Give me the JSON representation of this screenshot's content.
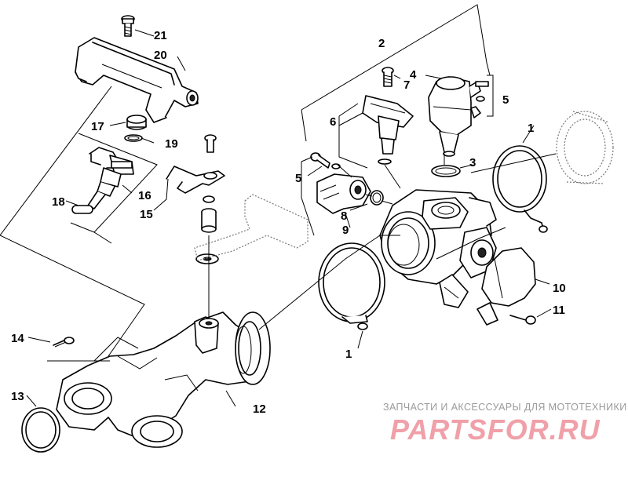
{
  "callouts": {
    "c1a": "1",
    "c1b": "1",
    "c2": "2",
    "c3": "3",
    "c4": "4",
    "c5a": "5",
    "c5b": "5",
    "c6": "6",
    "c7": "7",
    "c8": "8",
    "c9": "9",
    "c10": "10",
    "c11": "11",
    "c12": "12",
    "c13": "13",
    "c14": "14",
    "c15": "15",
    "c16": "16",
    "c17": "17",
    "c18": "18",
    "c19": "19",
    "c20": "20",
    "c21": "21"
  },
  "watermark": {
    "tagline": "ЗАПЧАСТИ И АКСЕССУАРЫ ДЛЯ МОТОТЕХНИКИ",
    "brand": "PARTSFOR.RU"
  }
}
